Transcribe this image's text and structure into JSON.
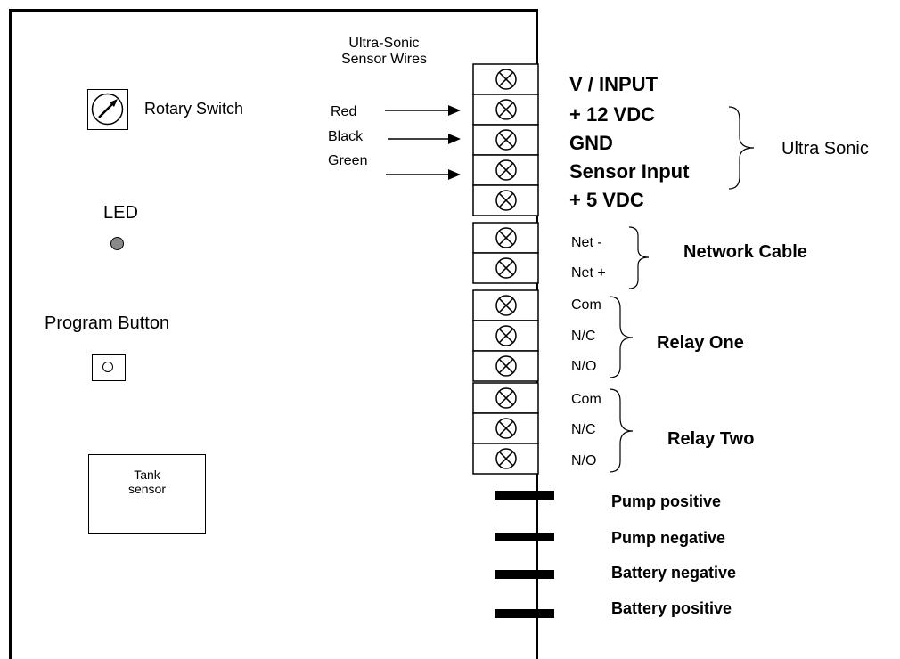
{
  "controls": {
    "rotary_switch_label": "Rotary Switch",
    "led_label": "LED",
    "program_button_label": "Program Button",
    "tank_sensor_label_line1": "Tank",
    "tank_sensor_label_line2": "sensor"
  },
  "sensor_wires": {
    "title_line1": "Ultra-Sonic",
    "title_line2": "Sensor Wires",
    "wires": [
      "Red",
      "Black",
      "Green"
    ]
  },
  "terminals": {
    "count": 13,
    "ultrasonic_labels": [
      "V / INPUT",
      "+ 12 VDC",
      "GND",
      "Sensor Input",
      "+ 5 VDC"
    ],
    "ultrasonic_group": "Ultra Sonic",
    "network_labels": [
      "Net -",
      "Net +"
    ],
    "network_group": "Network Cable",
    "relay_one_labels": [
      "Com",
      "N/C",
      "N/O"
    ],
    "relay_one_group": "Relay One",
    "relay_two_labels": [
      "Com",
      "N/C",
      "N/O"
    ],
    "relay_two_group": "Relay Two"
  },
  "power_wires": [
    "Pump positive",
    "Pump negative",
    "Battery negative",
    "Battery positive"
  ]
}
